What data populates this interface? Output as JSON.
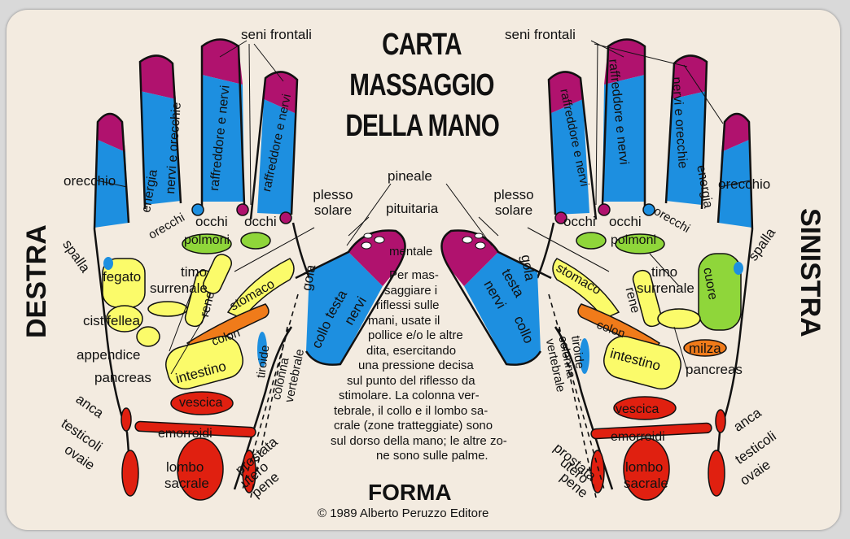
{
  "title": [
    "CARTA",
    "MASSAGGIO",
    "DELLA MANO"
  ],
  "side_right": "DESTRA",
  "side_left": "SINISTRA",
  "footer_title": "FORMA",
  "copyright": "© 1989 Alberto Peruzzo Editore",
  "body_text": [
    "Per mas-",
    "saggiare i",
    "riflessi sulle",
    "mani, usate il",
    "pollice e/o le altre",
    "dita, esercitando",
    "una pressione decisa",
    "sul punto del riflesso da",
    "stimolare. La colonna ver-",
    "tebrale, il collo e il lombo sa-",
    "crale (zone tratteggiate) sono",
    "sul dorso della mano; le altre zo-",
    "ne sono sulle palme."
  ],
  "labels_left": {
    "seni_frontali": "seni frontali",
    "orecchio": "orecchio",
    "energia": "energia",
    "nervi_orecchie": "nervi e orecchie",
    "raffreddore_nervi_1": "raffreddore e nervi",
    "raffreddore_nervi_2": "raffreddore e nervi",
    "orecchi_1": "orecchi",
    "occhi_1": "occhi",
    "occhi_2": "occhi",
    "plesso_solare": "plesso solare",
    "spalla": "spalla",
    "polmoni": "polmoni",
    "timo": "timo",
    "surrenale": "surrenale",
    "fegato": "fegato",
    "rene": "rene",
    "stomaco": "stomaco",
    "gola": "gola",
    "cistifellea": "cistifellea",
    "colon": "colon",
    "appendice": "appendice",
    "intestino": "intestino",
    "pancreas": "pancreas",
    "tiroide": "tiroide",
    "colonna_vertebrale": "colonna vertebrale",
    "collo": "collo",
    "testa": "testa",
    "nervi": "nervi",
    "vescica": "vescica",
    "anca": "anca",
    "testicoli": "testicoli",
    "ovaie": "ovaie",
    "emorroidi": "emorroidi",
    "lombo": "lombo",
    "sacrale": "sacrale",
    "prostata": "prostata",
    "utero": "utero",
    "pene": "pene"
  },
  "labels_center": {
    "pineale": "pineale",
    "pituitaria": "pituitaria",
    "mentale": "mentale"
  },
  "labels_right": {
    "seni_frontali": "seni frontali",
    "raffreddore_nervi_1": "raffreddore e nervi",
    "raffreddore_nervi_2": "raffreddore e nervi",
    "nervi_orecchie": "nervi e orecchie",
    "energia": "energia",
    "orecchio": "orecchio",
    "occhi_1": "occhi",
    "occhi_2": "occhi",
    "orecchi": "orecchi",
    "plesso_solare": "plesso solare",
    "polmoni": "polmoni",
    "spalla": "spalla",
    "gola": "gola",
    "testa": "testa",
    "nervi": "nervi",
    "stomaco": "stomaco",
    "timo": "timo",
    "surrenale": "surrenale",
    "cuore": "cuore",
    "rene": "rene",
    "colon": "colon",
    "collo": "collo",
    "colonna_vertebrale": "colonna vertebrale",
    "tiroide": "tiroide",
    "intestino": "intestino",
    "milza": "milza",
    "pancreas": "pancreas",
    "vescica": "vescica",
    "anca": "anca",
    "emorroidi": "emorroidi",
    "prostata": "prostata",
    "utero": "utero",
    "pene": "pene",
    "lombo": "lombo",
    "sacrale": "sacrale",
    "testicoli": "testicoli",
    "ovaie": "ovaie"
  },
  "colors": {
    "card": "#f3ebe0",
    "magenta": "#b0126e",
    "blue": "#1d8fe0",
    "green": "#8fd63a",
    "yellow": "#fbfb6a",
    "orange": "#f07b1a",
    "red": "#e02010",
    "outline": "#111111"
  }
}
